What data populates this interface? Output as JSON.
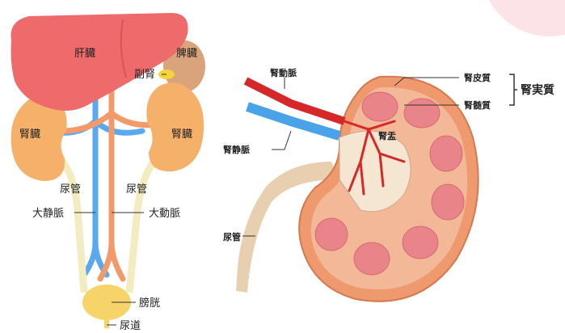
{
  "labels": {
    "liver": "肝臓",
    "spleen": "脾臓",
    "adrenal": "副腎",
    "kidney_left": "腎臓",
    "kidney_right": "腎臓",
    "ureter_left": "尿管",
    "ureter_right": "尿管",
    "vena_cava": "大静脈",
    "aorta": "大動脈",
    "bladder": "膀胱",
    "urethra": "尿道",
    "renal_artery": "腎動脈",
    "renal_vein": "腎静脈",
    "renal_pelvis": "腎盂",
    "ureter_section": "尿管",
    "renal_cortex": "腎皮質",
    "renal_medulla": "腎髄質",
    "renal_parenchyma": "腎実質"
  },
  "colors": {
    "liver": "#ef6b6b",
    "kidney": "#f5b06a",
    "ureter": "#f3ecc0",
    "vein": "#5aa9ef",
    "artery": "#f39a6a",
    "bladder": "#f7d46a",
    "section_fill": "#ee9a6e",
    "section_red": "#d62828"
  }
}
